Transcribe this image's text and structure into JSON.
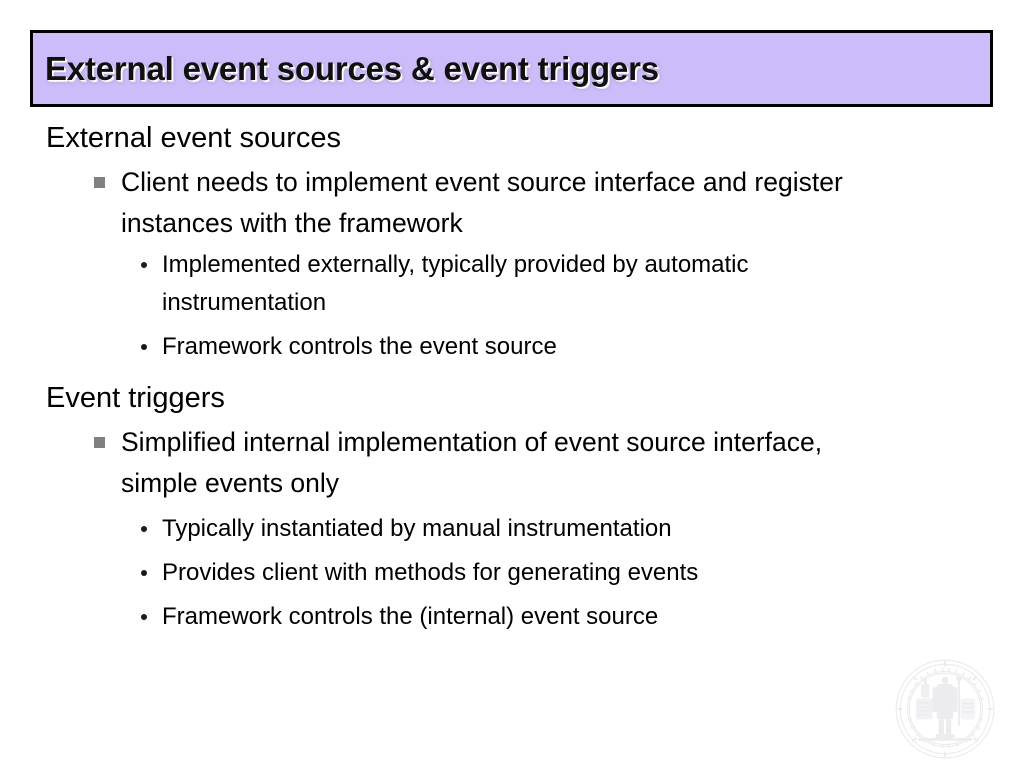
{
  "slide": {
    "background_color": "#ffffff",
    "title": {
      "text": "External event sources & event triggers",
      "fill_color": "#ccbcfa",
      "border_color": "#000000",
      "text_color": "#101010"
    },
    "content": [
      {
        "level": 1,
        "marker": "none",
        "text": "External event sources"
      },
      {
        "level": 2,
        "marker": "square-bullet",
        "marker_color": "#808080",
        "text": "Client needs to implement event source interface and register instances with the framework"
      },
      {
        "level": 3,
        "marker": "round-bullet",
        "marker_color": "#1a1a1a",
        "text": "Implemented externally, typically provided by automatic instrumentation"
      },
      {
        "level": 3,
        "marker": "round-bullet",
        "marker_color": "#1a1a1a",
        "text": "Framework controls the event source"
      },
      {
        "level": 1,
        "marker": "none",
        "text": "Event triggers"
      },
      {
        "level": 2,
        "marker": "square-bullet",
        "marker_color": "#808080",
        "text": "Simplified internal implementation of event source interface, simple events only"
      },
      {
        "level": 3,
        "marker": "round-bullet",
        "marker_color": "#1a1a1a",
        "text": "Typically instantiated by manual instrumentation"
      },
      {
        "level": 3,
        "marker": "round-bullet",
        "marker_color": "#1a1a1a",
        "text": "Provides client with methods for generating events"
      },
      {
        "level": 3,
        "marker": "round-bullet",
        "marker_color": "#1a1a1a",
        "text": "Framework controls the (internal) event source"
      }
    ],
    "watermark": {
      "name": "university-seal-icon",
      "color": "#d2d2d8"
    }
  }
}
